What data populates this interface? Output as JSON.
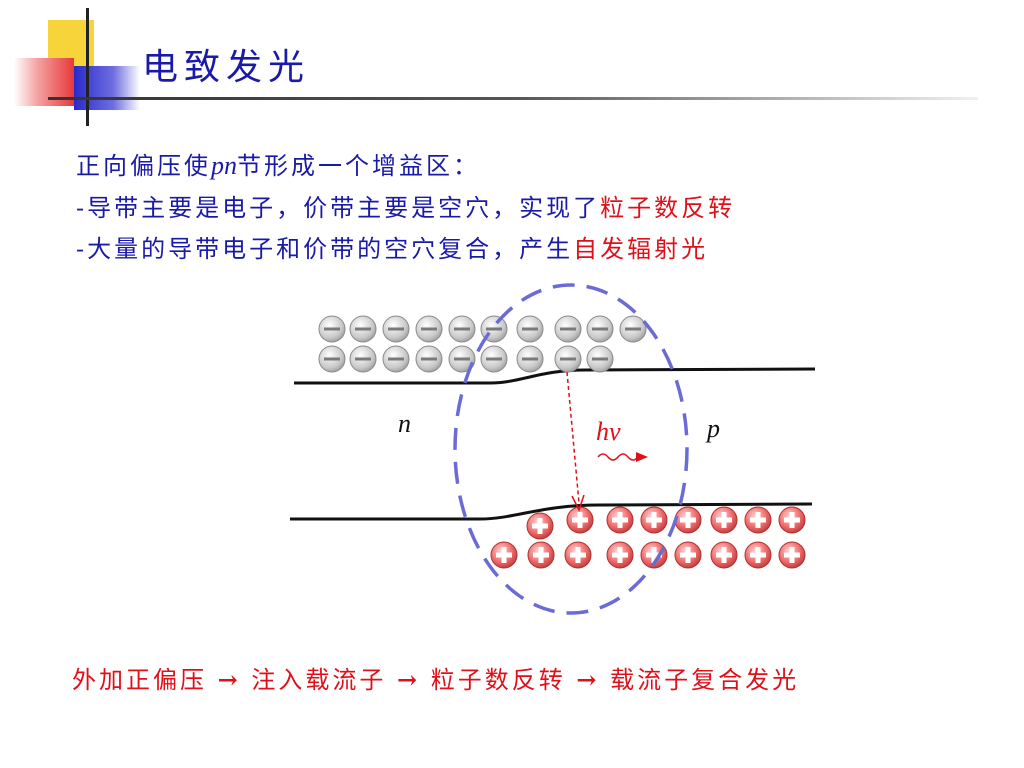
{
  "title": "电致发光",
  "body": {
    "line1": {
      "prefix": "正向偏压使",
      "pn": "pn",
      "mid": "节形成一个",
      "term": "增益区",
      "suffix": "："
    },
    "line2": {
      "prefix": "-导带主要是电子，价带主要是空穴，实现了",
      "highlight": "粒子数反转"
    },
    "line3": {
      "prefix": "-大量的导带电子和价带的空穴复合，产生",
      "highlight": "自发辐射光"
    }
  },
  "diagram": {
    "label_n": "n",
    "label_p": "p",
    "label_hv": "hv",
    "electron_symbol": "−",
    "hole_symbol": "+"
  },
  "process": {
    "step1": "外加正偏压",
    "step2": "注入载流子",
    "step3": "粒子数反转",
    "step4": "载流子复合发光",
    "arrow": "→"
  },
  "colors": {
    "text_blue": "#1a1aa8",
    "highlight_red": "#e0101a",
    "dashed_ellipse": "#6b6bd6",
    "electron": "#c8c8c8",
    "hole": "#f06a6a"
  }
}
